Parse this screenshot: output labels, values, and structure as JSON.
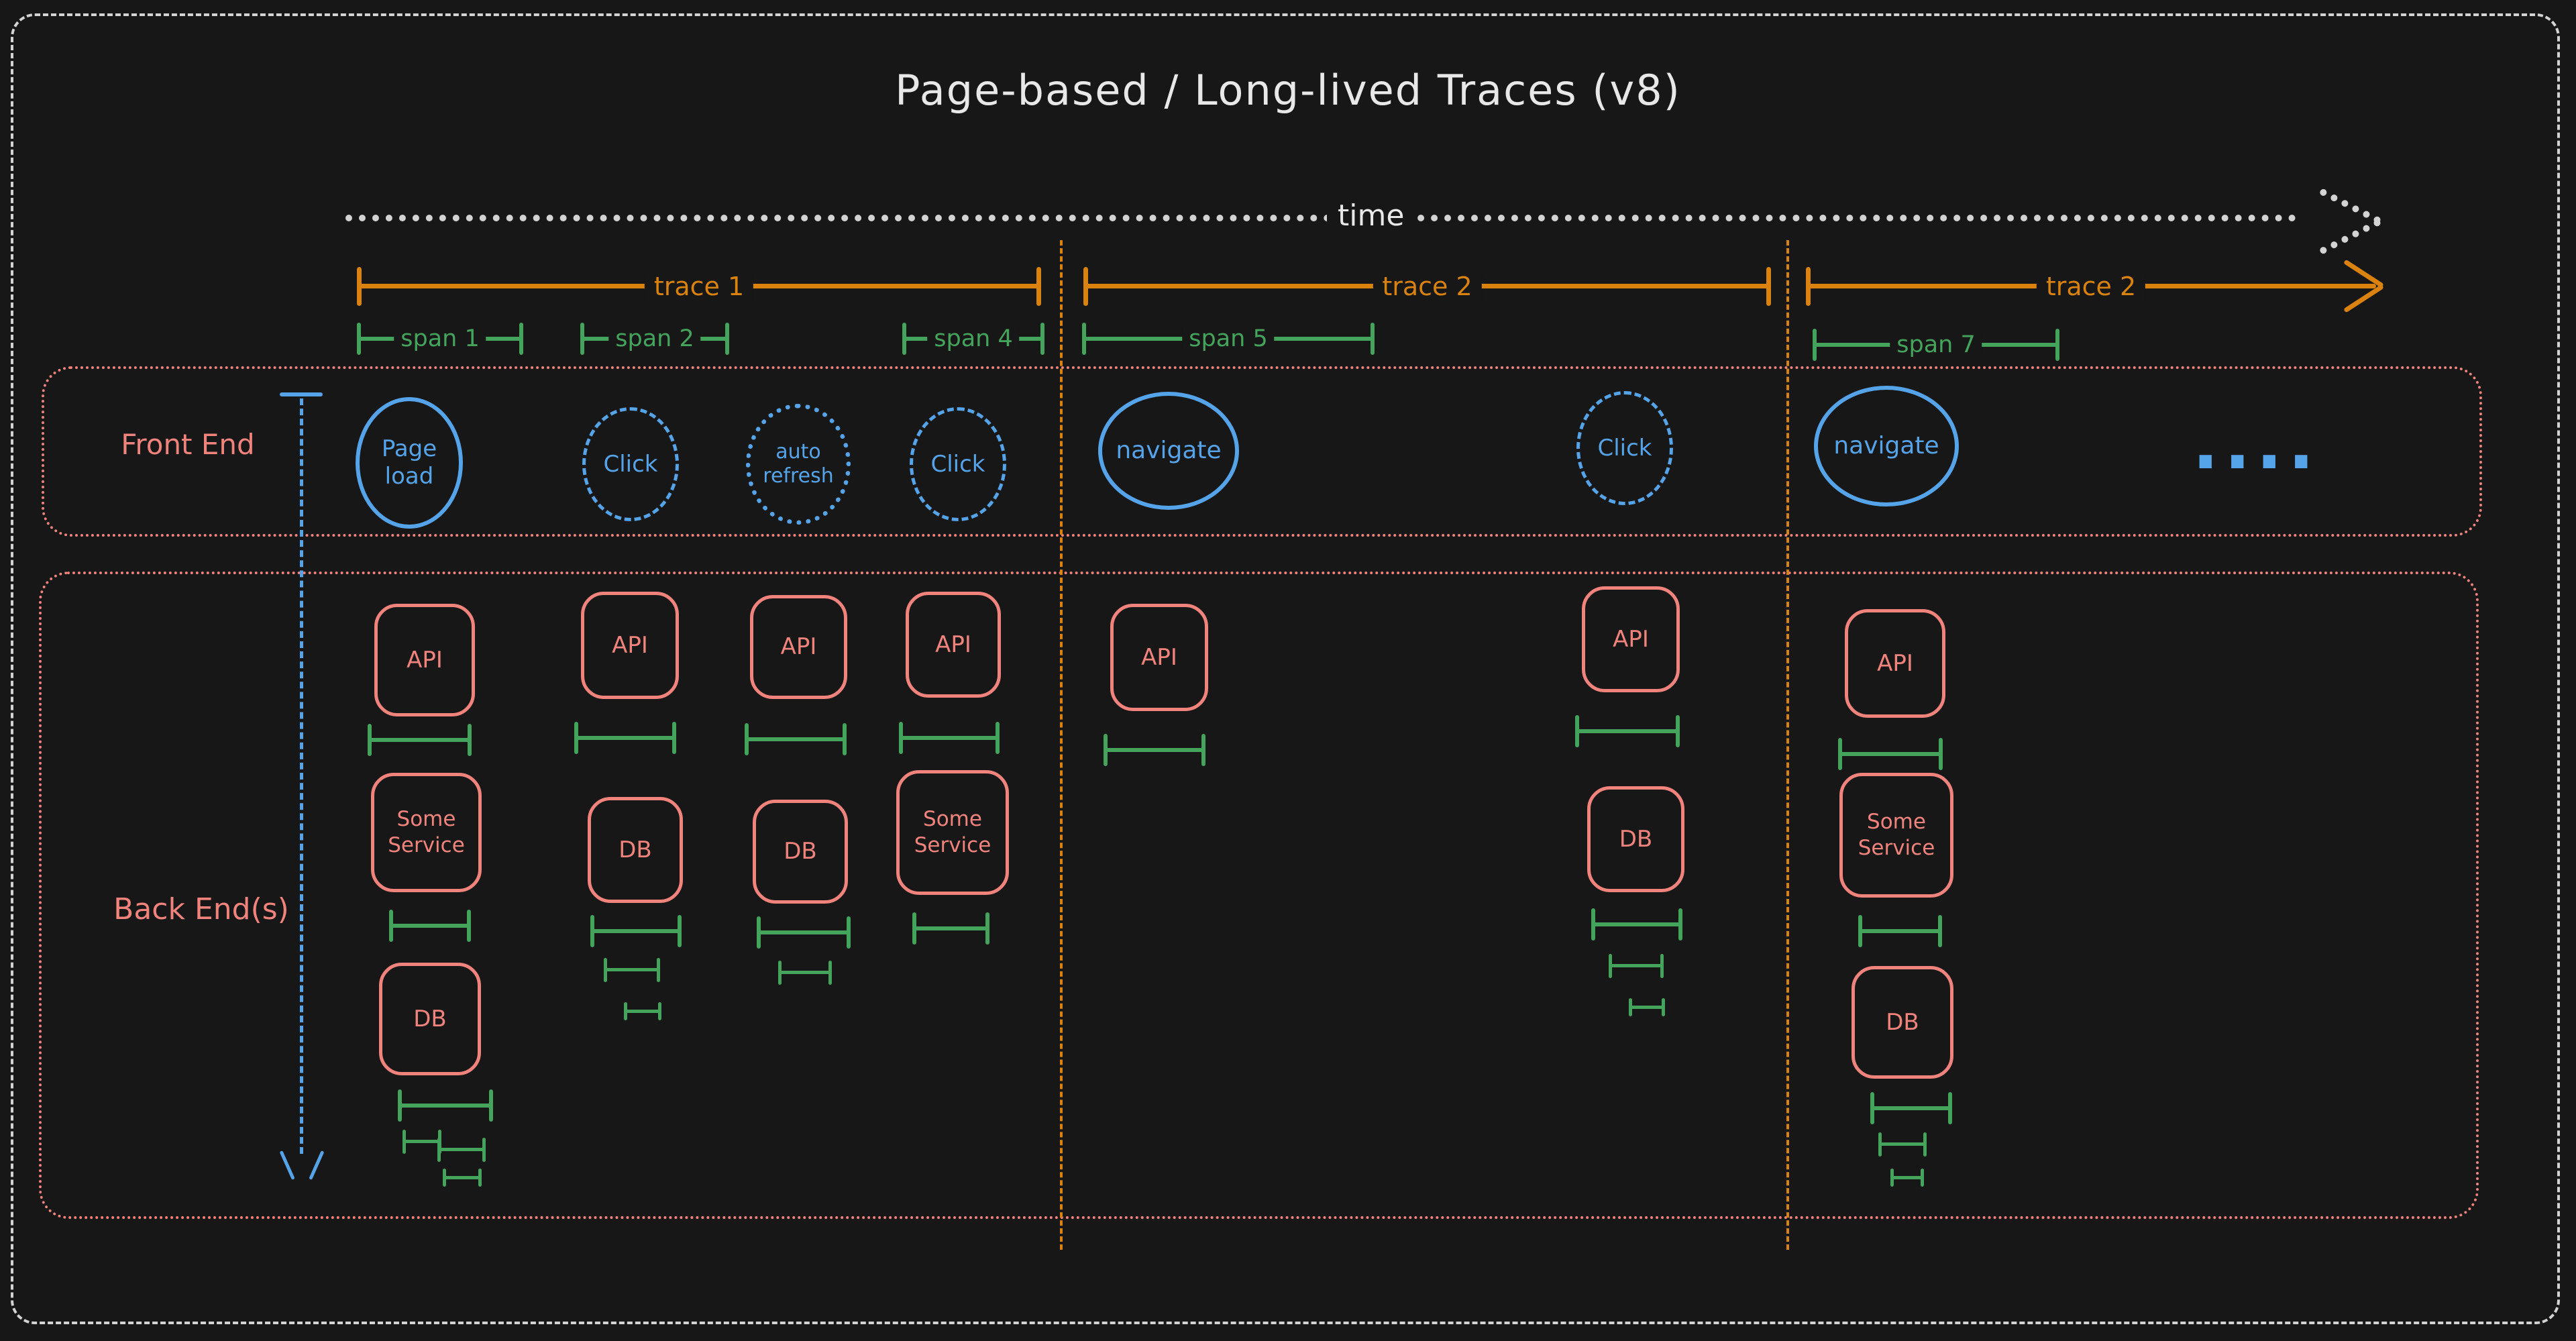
{
  "title": "Page-based / Long-lived Traces (v8)",
  "timeline": {
    "label": "time"
  },
  "traces": [
    {
      "label": "trace 1"
    },
    {
      "label": "trace 2"
    },
    {
      "label": "trace 2"
    }
  ],
  "spans": [
    {
      "label": "span 1"
    },
    {
      "label": "span 2"
    },
    {
      "label": "span 4"
    },
    {
      "label": "span 5"
    },
    {
      "label": "span 7"
    }
  ],
  "frontend": {
    "label": "Front End",
    "events": [
      {
        "label": "Page load",
        "style": "solid"
      },
      {
        "label": "Click",
        "style": "dashed"
      },
      {
        "label": "auto refresh",
        "style": "dotted"
      },
      {
        "label": "Click",
        "style": "dashed"
      },
      {
        "label": "navigate",
        "style": "solid"
      },
      {
        "label": "Click",
        "style": "dashed"
      },
      {
        "label": "navigate",
        "style": "solid"
      }
    ],
    "more_label": "...."
  },
  "backend": {
    "label": "Back End(s)",
    "columns": [
      {
        "boxes": [
          "API",
          "Some Service",
          "DB"
        ]
      },
      {
        "boxes": [
          "API",
          "DB"
        ]
      },
      {
        "boxes": [
          "API",
          "DB"
        ]
      },
      {
        "boxes": [
          "API",
          "Some Service"
        ]
      },
      {
        "boxes": [
          "API"
        ]
      },
      {
        "boxes": [
          "API",
          "DB"
        ]
      },
      {
        "boxes": [
          "API",
          "Some Service",
          "DB"
        ]
      }
    ]
  },
  "colors": {
    "background": "#171717",
    "frame": "#d3d3d3",
    "salmon": "#f1837d",
    "orange": "#d9820e",
    "green": "#44a45c",
    "blue": "#55a3e8"
  }
}
